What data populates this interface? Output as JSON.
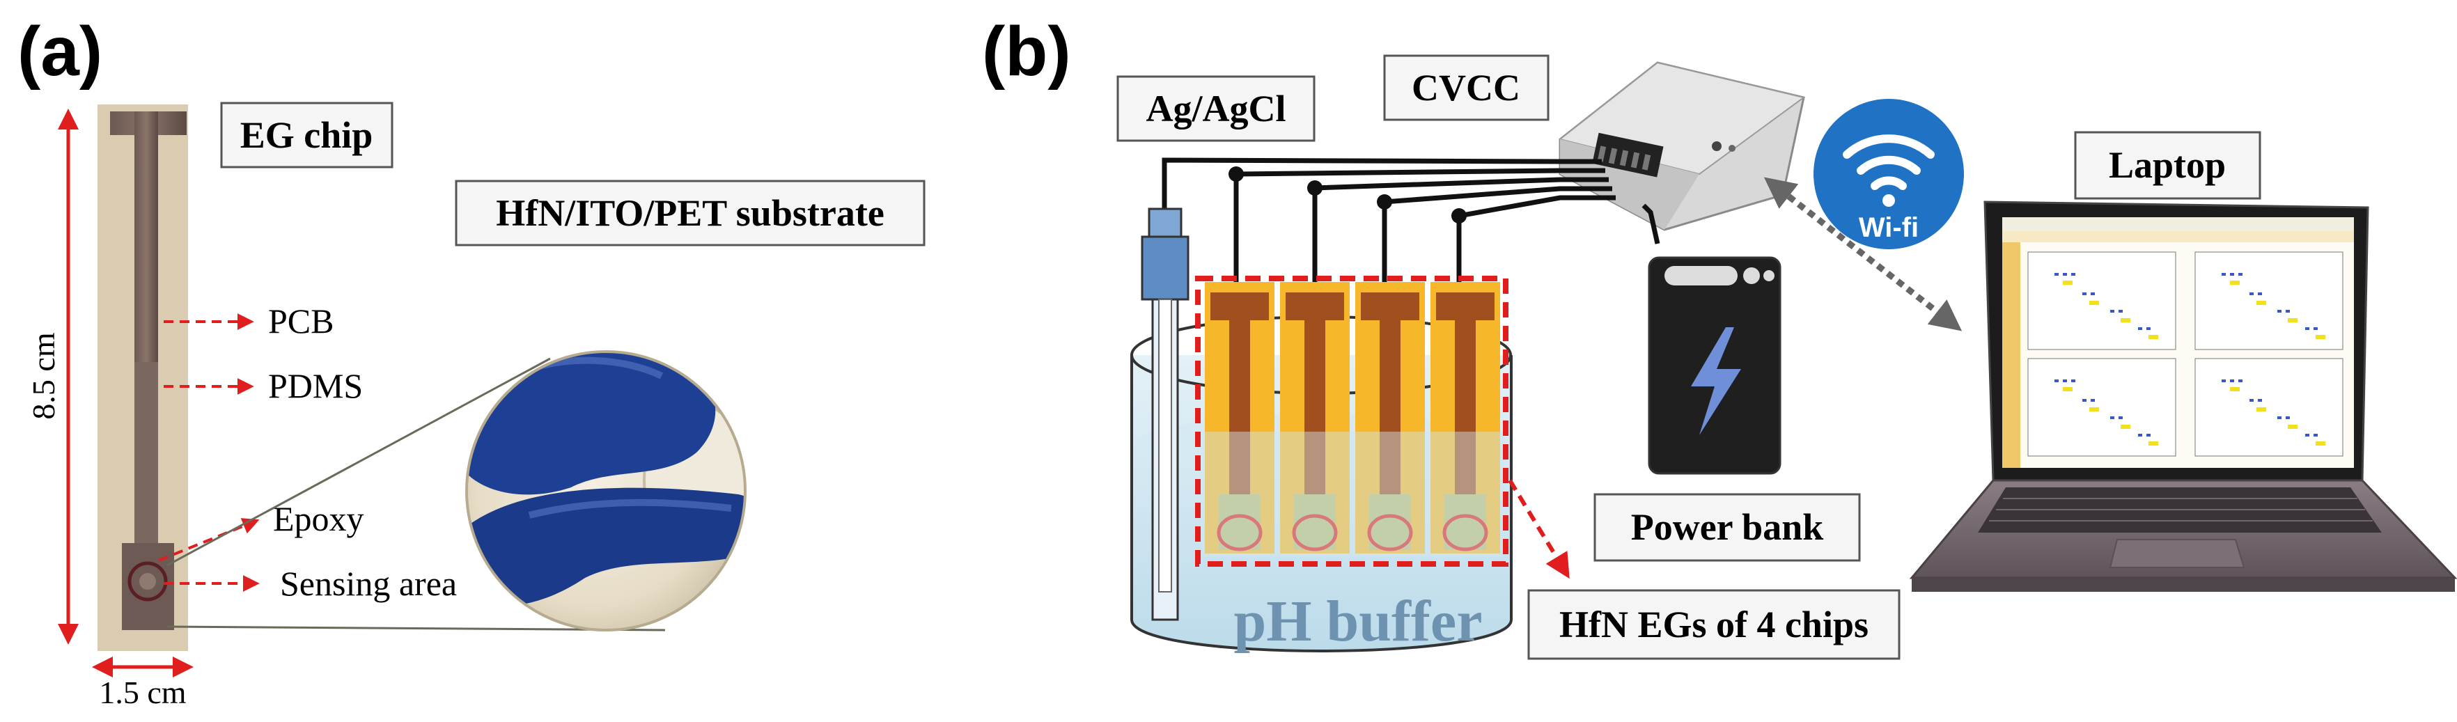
{
  "panel_a": {
    "label": "(a)",
    "eg_chip": "EG chip",
    "substrate": "HfN/ITO/PET substrate",
    "pcb": "PCB",
    "pdms": "PDMS",
    "epoxy": "Epoxy",
    "sensing_area": "Sensing area",
    "height": "8.5 cm",
    "width": "1.5 cm"
  },
  "panel_b": {
    "label": "(b)",
    "reference": "Ag/AgCl",
    "cvcc": "CVCC",
    "laptop": "Laptop",
    "wifi": "Wi-fi",
    "power_bank": "Power bank",
    "buffer": "pH buffer",
    "egs": "HfN EGs of 4 chips"
  },
  "colors": {
    "red": "#e01e1e",
    "chip_yellow": "#f6b72a",
    "chip_brown": "#a14f1e",
    "wifi_blue": "#1f72c4",
    "glove_blue": "#1d3f94"
  }
}
